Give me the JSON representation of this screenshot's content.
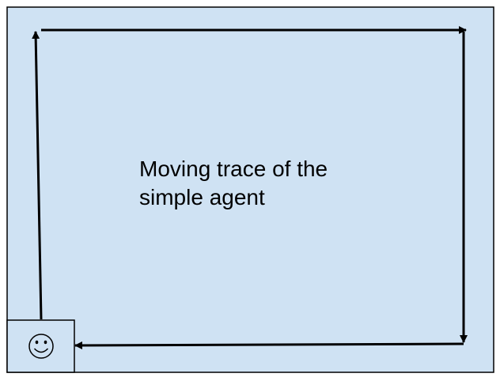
{
  "diagram": {
    "caption_lines": [
      "Moving trace of the",
      "simple agent"
    ],
    "agent_icon": "smiley-face-icon",
    "path": [
      "up",
      "right",
      "down",
      "left"
    ],
    "colors": {
      "room_fill": "#cfe2f3",
      "border": "#000000",
      "path_stroke": "#000000",
      "text": "#000000"
    }
  }
}
